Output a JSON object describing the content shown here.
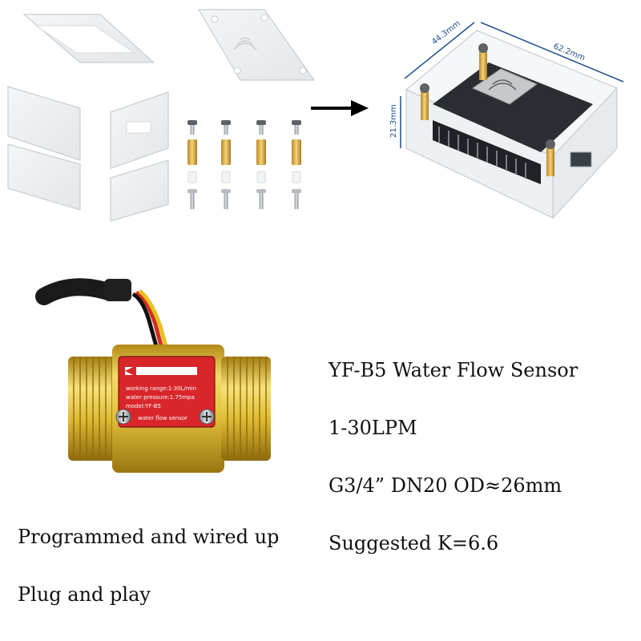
{
  "case": {
    "dimension_width": "44.3mm",
    "dimension_length": "62.2mm",
    "dimension_height": "21.3mm"
  },
  "sensor": {
    "label_line_1": "working range:1-30L/min",
    "label_line_2": "water pressure:1.75mpa",
    "label_line_3": "model:YF-B5",
    "label_line_4": "water flow sensor"
  },
  "specs": {
    "title": "YF-B5 Water Flow Sensor",
    "range": "1-30LPM",
    "thread": "G3/4” DN20 OD≈26mm",
    "k_factor": "Suggested K=6.6"
  },
  "features": {
    "line_1": "Programmed and wired up",
    "line_2": "Plug and play"
  },
  "colors": {
    "dimension_line": "#1e4f8f",
    "brass": "#d9b73a",
    "sensor_label": "#d8262b"
  }
}
